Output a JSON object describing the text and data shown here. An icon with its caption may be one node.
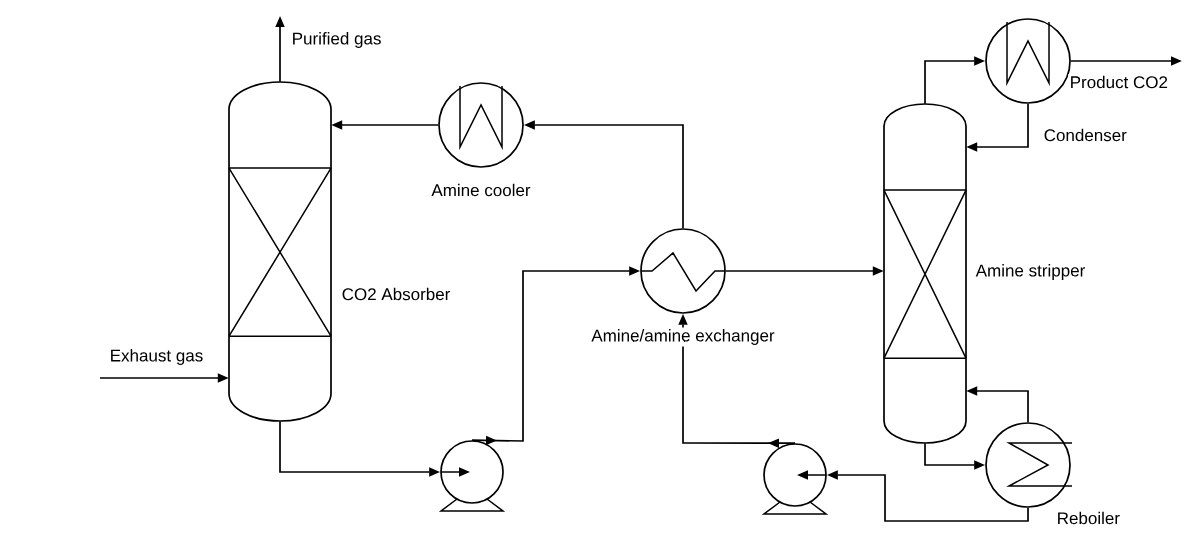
{
  "diagram": {
    "nodes": [
      {
        "text": [],
        "shape": "cylinder",
        "beside": [
          "CO2 Absorber"
        ]
      },
      {
        "text": [],
        "shape": "circle",
        "beside": [
          "Amine cooler"
        ]
      },
      {
        "text": [],
        "shape": "circle",
        "beside": [
          "Condenser"
        ]
      },
      {
        "text": [],
        "shape": "cylinder",
        "beside": [
          "Amine stripper"
        ]
      },
      {
        "text": [],
        "shape": "circle",
        "beside": [
          "Amine/amine exchanger"
        ]
      },
      {
        "text": [],
        "shape": "pump"
      },
      {
        "text": [],
        "shape": "circle",
        "beside": [
          "Reboiler"
        ]
      },
      {
        "text": [],
        "shape": "pump"
      }
    ],
    "edges": [
      {
        "from": 0,
        "to": null,
        "arrow": "to",
        "label": "Purified gas"
      },
      {
        "from": null,
        "to": 0,
        "arrow": "to",
        "label": "Exhaust gas"
      },
      {
        "from": 1,
        "to": 0,
        "arrow": "to"
      },
      {
        "from": 4,
        "to": 1,
        "arrow": "to"
      },
      {
        "from": 0,
        "to": 5,
        "arrow": "to"
      },
      {
        "from": 5,
        "to": 4,
        "arrow": "to"
      },
      {
        "from": 4,
        "to": 3,
        "arrow": "to"
      },
      {
        "from": 3,
        "to": 2,
        "arrow": "to"
      },
      {
        "from": 2,
        "to": null,
        "arrow": "to",
        "label": "Product CO2"
      },
      {
        "from": 2,
        "to": 3,
        "arrow": "to"
      },
      {
        "from": 3,
        "to": 6,
        "arrow": "to"
      },
      {
        "from": 6,
        "to": 3,
        "arrow": "to"
      },
      {
        "from": 6,
        "to": 7,
        "arrow": "to"
      },
      {
        "from": 7,
        "to": 4,
        "arrow": "to"
      }
    ]
  }
}
